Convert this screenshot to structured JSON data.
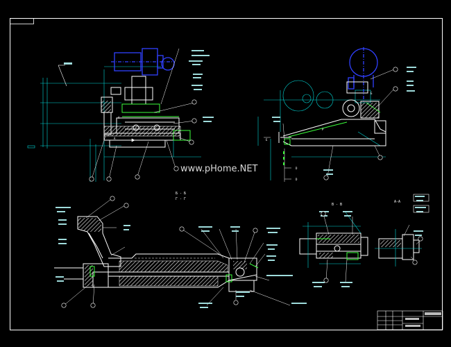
{
  "watermark": "www.pHome.NET",
  "section_labels": {
    "main_top": "Б - Б",
    "main_bottom": "Г - Г",
    "mid": "В - В",
    "right": "А-А"
  },
  "letter_marks": {
    "A1": "А",
    "A2": "А",
    "B": "Б",
    "P": "Р",
    "D1": "D",
    "D2": "D",
    "E": "Е"
  },
  "colors": {
    "background": "#000000",
    "linework": "#ffffff",
    "dimensions": "#00d7d7",
    "highlight": "#3cff3c",
    "motor": "#3040ff",
    "hatch": "#d8d8d8"
  }
}
